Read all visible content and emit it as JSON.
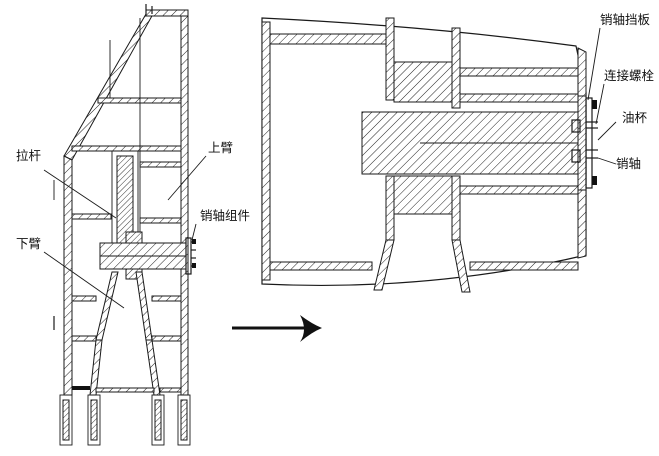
{
  "labels": {
    "pull_rod": "拉杆",
    "lower_arm": "下臂",
    "upper_arm": "上臂",
    "pin_assembly": "销轴组件",
    "pin_retainer": "销轴挡板",
    "connecting_bolt": "连接螺栓",
    "oil_cup": "油杯",
    "pin": "销轴"
  },
  "icons": {
    "arrow": "arrow-right-icon"
  }
}
